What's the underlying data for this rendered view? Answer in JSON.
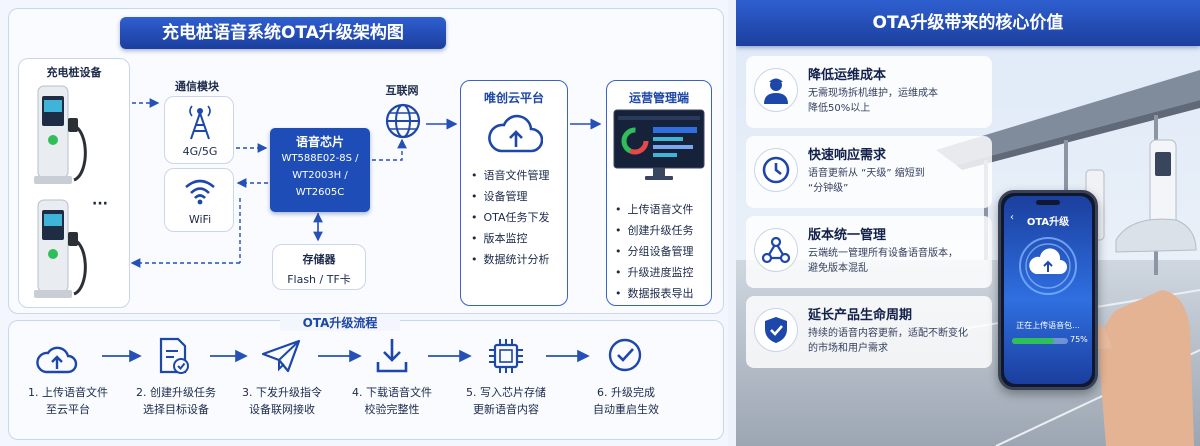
{
  "left": {
    "title": "充电桩语音系统OTA升级架构图",
    "device_group": {
      "title": "充电桩设备",
      "ellipsis": "···"
    },
    "comm_module": {
      "title": "通信模块",
      "cell": "4G/5G",
      "wifi": "WiFi"
    },
    "voice_chip": {
      "title": "语音芯片",
      "models": [
        "WT588E02-8S /",
        "WT2003H /",
        "WT2605C"
      ]
    },
    "storage": {
      "title": "存储器",
      "detail": "Flash / TF卡"
    },
    "internet": "互联网",
    "cloud": {
      "title": "唯创云平台",
      "items": [
        "语音文件管理",
        "设备管理",
        "OTA任务下发",
        "版本监控",
        "数据统计分析"
      ]
    },
    "ops": {
      "title": "运营管理端",
      "items": [
        "上传语音文件",
        "创建升级任务",
        "分组设备管理",
        "升级进度监控",
        "数据报表导出"
      ]
    },
    "flow": {
      "title": "OTA升级流程",
      "steps": [
        {
          "line1": "1. 上传语音文件",
          "line2": "至云平台",
          "icon": "upload-cloud-icon"
        },
        {
          "line1": "2. 创建升级任务",
          "line2": "选择目标设备",
          "icon": "task-document-icon"
        },
        {
          "line1": "3. 下发升级指令",
          "line2": "设备联网接收",
          "icon": "paper-plane-icon"
        },
        {
          "line1": "4. 下载语音文件",
          "line2": "校验完整性",
          "icon": "download-icon"
        },
        {
          "line1": "5. 写入芯片存储",
          "line2": "更新语音内容",
          "icon": "chip-icon"
        },
        {
          "line1": "6. 升级完成",
          "line2": "自动重启生效",
          "icon": "check-circle-icon"
        }
      ]
    }
  },
  "right": {
    "title": "OTA升级带来的核心价值",
    "values": [
      {
        "title": "降低运维成本",
        "desc1": "无需现场拆机维护，运维成本",
        "desc2": "降低50%以上",
        "icon": "engineer-icon"
      },
      {
        "title": "快速响应需求",
        "desc1": "语音更新从 “天级” 缩短到",
        "desc2": "“分钟级”",
        "icon": "clock-icon"
      },
      {
        "title": "版本统一管理",
        "desc1": "云端统一管理所有设备语音版本，",
        "desc2": "避免版本混乱",
        "icon": "network-nodes-icon"
      },
      {
        "title": "延长产品生命周期",
        "desc1": "持续的语音内容更新，适配不断变化",
        "desc2": "的市场和用户需求",
        "icon": "shield-check-icon"
      }
    ],
    "phone": {
      "app_title": "OTA升级",
      "status": "正在上传语音包...",
      "progress_text": "75%",
      "progress": 0.75
    }
  },
  "colors": {
    "primary": "#1d47a8",
    "accent": "#2f6fe0",
    "green": "#2fbf5a"
  }
}
